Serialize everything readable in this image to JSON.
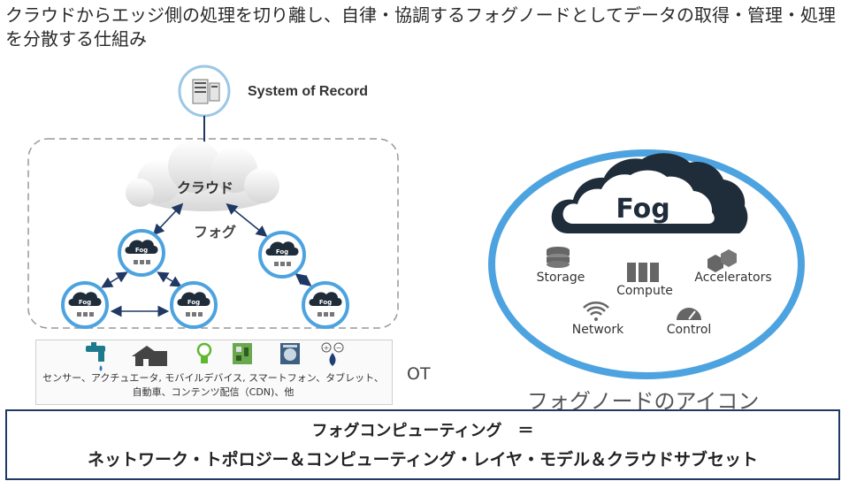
{
  "title": "クラウドからエッジ側の処理を切り離し、自律・協調するフォグノードとしてデータの取得・管理・処理を分散する仕組み",
  "system_of_record": "System of Record",
  "cloud_label": "クラウド",
  "fog_label": "フォグ",
  "mini_fog_text": "Fog",
  "ot_caption": "センサー、アクチュエータ, モバイルデバイス, スマートフォン、タブレット、自動車、コンテンツ配信（CDN)、他",
  "ot_label": "OT",
  "fog_node": {
    "title": "Fog",
    "items": {
      "storage": "Storage",
      "compute": "Compute",
      "accelerators": "Accelerators",
      "network": "Network",
      "control": "Control"
    }
  },
  "icon_caption": "フォグノードのアイコン",
  "bottom": {
    "line1": "フォグコンピューティング　＝",
    "line2": "ネットワーク・トポロジー＆コンピューティング・レイヤ・モデル＆クラウドサブセット"
  },
  "colors": {
    "accent": "#4da3df",
    "dark_cloud": "#1f2d3a",
    "frame": "#1f3864"
  },
  "icons": [
    "server-icon",
    "faucet-icon",
    "house-icon",
    "bulb-icon",
    "circuit-board-icon",
    "appliance-icon",
    "battery-icon"
  ]
}
